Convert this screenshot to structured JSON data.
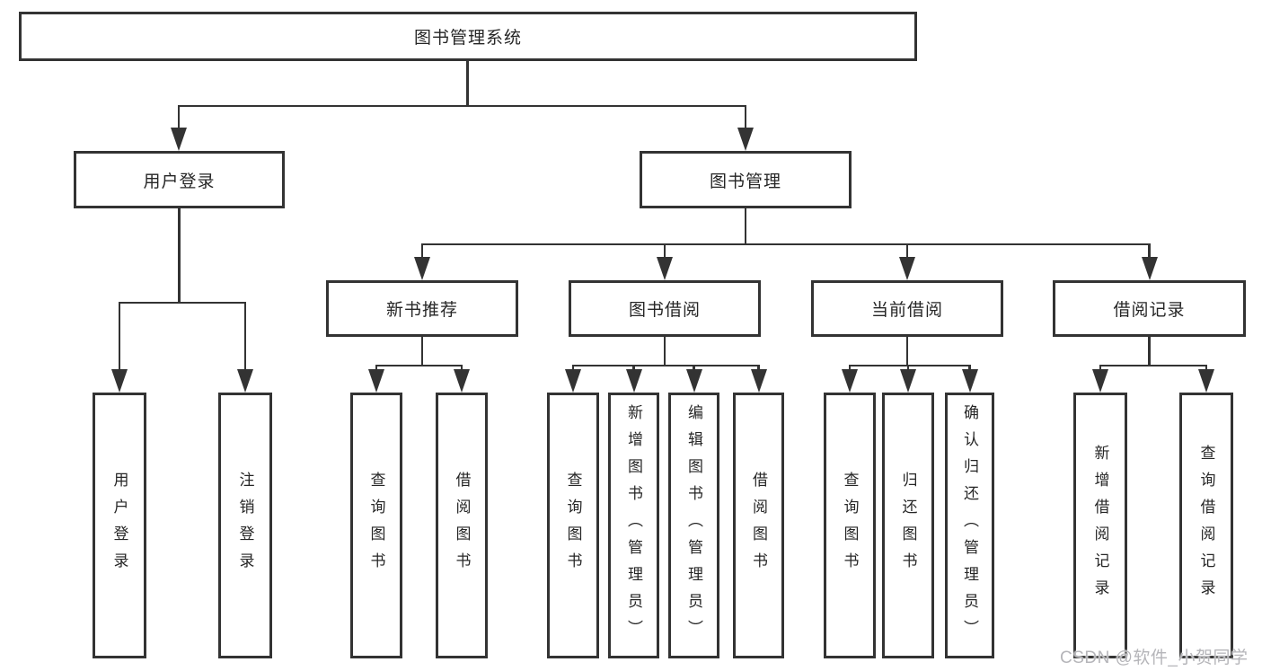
{
  "colors": {
    "line": "#333333",
    "border": "#333333",
    "text": "#262626",
    "watermark": "#b5b5b9",
    "background": "#ffffff"
  },
  "watermark": {
    "text": "CSDN @软件_小贺同学"
  },
  "diagram": {
    "type": "hierarchy-tree",
    "root": {
      "label": "图书管理系统",
      "children": [
        {
          "label": "用户登录",
          "children": [
            {
              "label": "用户登录"
            },
            {
              "label": "注销登录"
            }
          ]
        },
        {
          "label": "图书管理",
          "children": [
            {
              "label": "新书推荐",
              "children": [
                {
                  "label": "查询图书"
                },
                {
                  "label": "借阅图书"
                }
              ]
            },
            {
              "label": "图书借阅",
              "children": [
                {
                  "label": "查询图书"
                },
                {
                  "label": "新增图书（管理员）"
                },
                {
                  "label": "编辑图书（管理员）"
                },
                {
                  "label": "借阅图书"
                }
              ]
            },
            {
              "label": "当前借阅",
              "children": [
                {
                  "label": "查询图书"
                },
                {
                  "label": "归还图书"
                },
                {
                  "label": "确认归还（管理员）"
                }
              ]
            },
            {
              "label": "借阅记录",
              "children": [
                {
                  "label": "新增借阅记录"
                },
                {
                  "label": "查询借阅记录"
                }
              ]
            }
          ]
        }
      ]
    }
  }
}
